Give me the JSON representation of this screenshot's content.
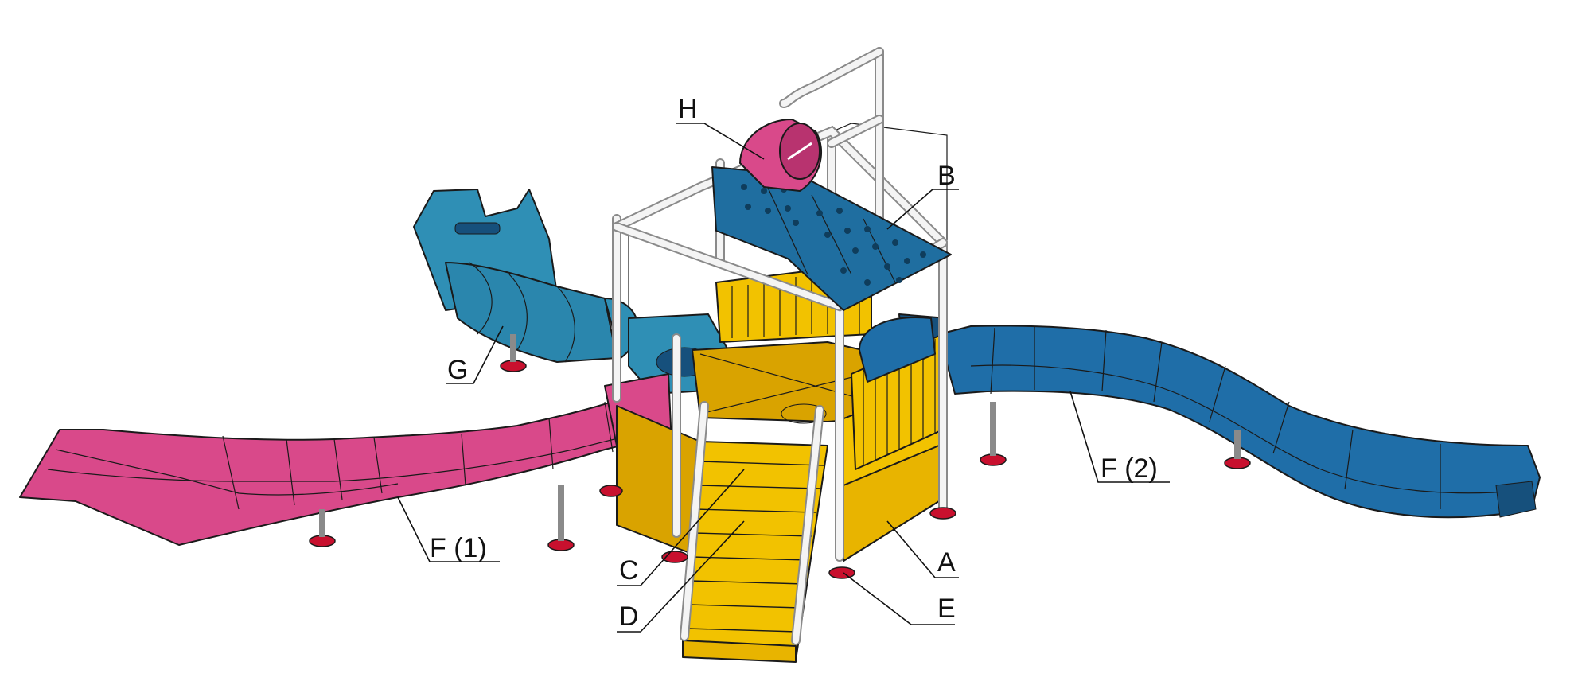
{
  "labels": {
    "A": "A",
    "B": "B",
    "C": "C",
    "D": "D",
    "E": "E",
    "F1": "F (1)",
    "F2": "F (2)",
    "G": "G",
    "H": "H"
  },
  "colors": {
    "tower_yellow": "#f2c200",
    "tower_shade": "#d9a300",
    "slide_pink": "#d9498a",
    "slide_pink_dark": "#b8336f",
    "slide_blue": "#1f6ea8",
    "slide_blue_dark": "#16507c",
    "tube_teal": "#2f8fb5",
    "roof_blue": "#1f6ea0",
    "frame_white": "#f2f2f2",
    "foot_red": "#c8102e",
    "panel_grey": "#d9d9d9"
  }
}
